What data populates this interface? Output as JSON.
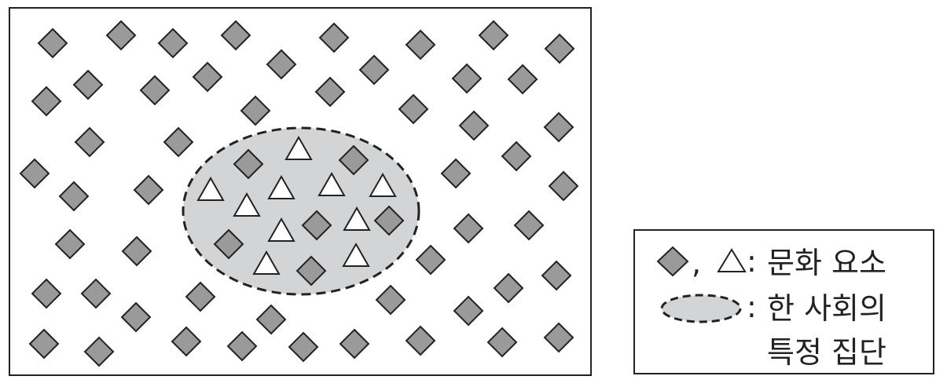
{
  "legend": {
    "element_label": "문화 요소",
    "element_separator": ",",
    "group_label_line1": "한 사회의",
    "group_label_line2": "특정 집단",
    "colon": ":"
  },
  "colors": {
    "diamond_fill": "#9a9a9a",
    "stroke": "#222222",
    "ellipse_fill": "#d3d4d6",
    "triangle_fill": "#ffffff"
  }
}
